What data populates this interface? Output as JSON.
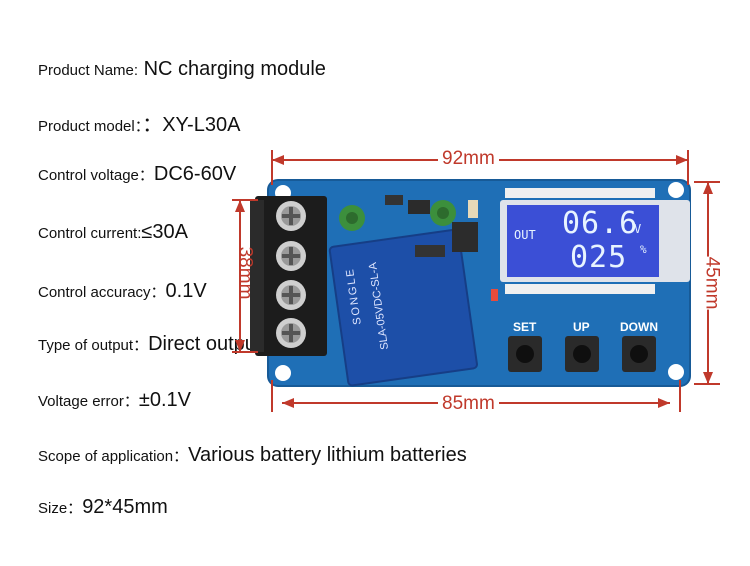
{
  "specs": [
    {
      "key": "Product Name:",
      "value": " NC charging module"
    },
    {
      "key": "Product model：",
      "value": "：XY-L30A"
    },
    {
      "key": "Control voltage：",
      "value": "DC6-60V"
    },
    {
      "key": "Control current:",
      "value": "≤30A"
    },
    {
      "key": "Control accuracy：",
      "value": "0.1V"
    },
    {
      "key": "Type of output：",
      "value": "Direct output"
    },
    {
      "key": "Voltage error：",
      "value": "±0.1V"
    },
    {
      "key": "Scope of application：",
      "value": "Various battery lithium batteries"
    },
    {
      "key": "Size：",
      "value": "92*45mm"
    }
  ],
  "dimensions": {
    "top": "92mm",
    "bottom": "85mm",
    "left": "38mm",
    "right": "45mm"
  },
  "board": {
    "lcd_mode": "OUT",
    "lcd_value1": "06.6",
    "lcd_unit1": "V",
    "lcd_value2": "025",
    "lcd_unit2": "%",
    "relay_brand": "SONGLE",
    "relay_model": "SLA-05VDC-SL-A",
    "buttons": [
      "SET",
      "UP",
      "DOWN"
    ]
  },
  "colors": {
    "dimension": "#c0392b",
    "pcb": "#1f6fb6",
    "relay": "#1d4fa8",
    "lcd": "#3b4fd6"
  }
}
